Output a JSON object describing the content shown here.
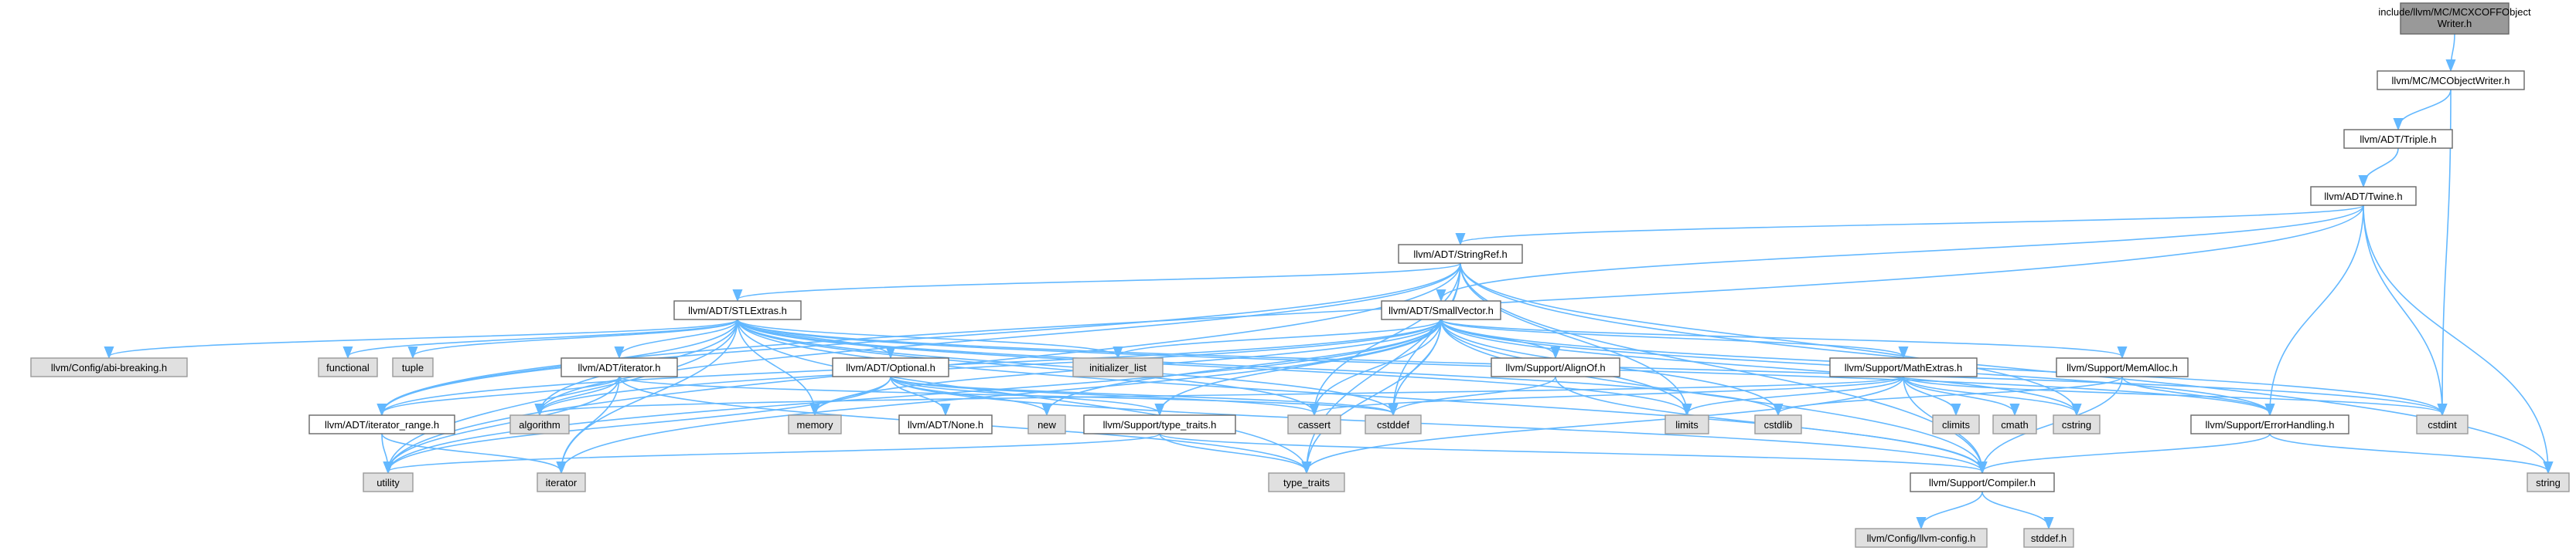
{
  "colors": {
    "root_fill": "#999999",
    "node_fill": "#ffffff",
    "external_fill": "#e0e0e0",
    "border": "#666666",
    "external_border": "#999999",
    "edge": "#63b8ff"
  },
  "nodes": [
    {
      "id": "root",
      "label": "include/llvm/MC/MCXCOFFObjectWriter.h",
      "kind": "root"
    },
    {
      "id": "mcow",
      "label": "llvm/MC/MCObjectWriter.h",
      "kind": "internal"
    },
    {
      "id": "triple",
      "label": "llvm/ADT/Triple.h",
      "kind": "internal"
    },
    {
      "id": "twine",
      "label": "llvm/ADT/Twine.h",
      "kind": "internal"
    },
    {
      "id": "stringref",
      "label": "llvm/ADT/StringRef.h",
      "kind": "internal"
    },
    {
      "id": "stlextras",
      "label": "llvm/ADT/STLExtras.h",
      "kind": "internal"
    },
    {
      "id": "smallvector",
      "label": "llvm/ADT/SmallVector.h",
      "kind": "internal"
    },
    {
      "id": "abibreaking",
      "label": "llvm/Config/abi-breaking.h",
      "kind": "external"
    },
    {
      "id": "functional",
      "label": "functional",
      "kind": "external"
    },
    {
      "id": "tuple",
      "label": "tuple",
      "kind": "external"
    },
    {
      "id": "iteratorh",
      "label": "llvm/ADT/iterator.h",
      "kind": "internal"
    },
    {
      "id": "optional",
      "label": "llvm/ADT/Optional.h",
      "kind": "internal"
    },
    {
      "id": "initlist",
      "label": "initializer_list",
      "kind": "external"
    },
    {
      "id": "alignof",
      "label": "llvm/Support/AlignOf.h",
      "kind": "internal"
    },
    {
      "id": "mathextras",
      "label": "llvm/Support/MathExtras.h",
      "kind": "internal"
    },
    {
      "id": "memalloc",
      "label": "llvm/Support/MemAlloc.h",
      "kind": "internal"
    },
    {
      "id": "iterrange",
      "label": "llvm/ADT/iterator_range.h",
      "kind": "internal"
    },
    {
      "id": "algorithm",
      "label": "algorithm",
      "kind": "external"
    },
    {
      "id": "memory",
      "label": "memory",
      "kind": "external"
    },
    {
      "id": "noneh",
      "label": "llvm/ADT/None.h",
      "kind": "internal"
    },
    {
      "id": "new",
      "label": "new",
      "kind": "external"
    },
    {
      "id": "typetraitsh",
      "label": "llvm/Support/type_traits.h",
      "kind": "internal"
    },
    {
      "id": "cassert",
      "label": "cassert",
      "kind": "external"
    },
    {
      "id": "cstddef",
      "label": "cstddef",
      "kind": "external"
    },
    {
      "id": "limits",
      "label": "limits",
      "kind": "external"
    },
    {
      "id": "cstdlib",
      "label": "cstdlib",
      "kind": "external"
    },
    {
      "id": "climits",
      "label": "climits",
      "kind": "external"
    },
    {
      "id": "cmath",
      "label": "cmath",
      "kind": "external"
    },
    {
      "id": "cstring",
      "label": "cstring",
      "kind": "external"
    },
    {
      "id": "errorhandling",
      "label": "llvm/Support/ErrorHandling.h",
      "kind": "internal"
    },
    {
      "id": "cstdint",
      "label": "cstdint",
      "kind": "external"
    },
    {
      "id": "utility",
      "label": "utility",
      "kind": "external"
    },
    {
      "id": "iterator",
      "label": "iterator",
      "kind": "external"
    },
    {
      "id": "type_traits",
      "label": "type_traits",
      "kind": "external"
    },
    {
      "id": "compiler",
      "label": "llvm/Support/Compiler.h",
      "kind": "internal"
    },
    {
      "id": "string",
      "label": "string",
      "kind": "external"
    },
    {
      "id": "llvmconfig",
      "label": "llvm/Config/llvm-config.h",
      "kind": "external"
    },
    {
      "id": "stddef",
      "label": "stddef.h",
      "kind": "external"
    }
  ],
  "edges": [
    [
      "root",
      "mcow"
    ],
    [
      "mcow",
      "triple"
    ],
    [
      "mcow",
      "cstdint"
    ],
    [
      "triple",
      "twine"
    ],
    [
      "twine",
      "stringref"
    ],
    [
      "twine",
      "smallvector"
    ],
    [
      "twine",
      "errorhandling"
    ],
    [
      "twine",
      "cstdint"
    ],
    [
      "twine",
      "string"
    ],
    [
      "twine",
      "iterrange"
    ],
    [
      "stringref",
      "stlextras"
    ],
    [
      "stringref",
      "iterrange"
    ],
    [
      "stringref",
      "compiler"
    ],
    [
      "stringref",
      "algorithm"
    ],
    [
      "stringref",
      "cassert"
    ],
    [
      "stringref",
      "cstddef"
    ],
    [
      "stringref",
      "cstring"
    ],
    [
      "stringref",
      "limits"
    ],
    [
      "stringref",
      "string"
    ],
    [
      "stringref",
      "type_traits"
    ],
    [
      "stringref",
      "utility"
    ],
    [
      "stlextras",
      "abibreaking"
    ],
    [
      "stlextras",
      "functional"
    ],
    [
      "stlextras",
      "tuple"
    ],
    [
      "stlextras",
      "iteratorh"
    ],
    [
      "stlextras",
      "optional"
    ],
    [
      "stlextras",
      "initlist"
    ],
    [
      "stlextras",
      "iterrange"
    ],
    [
      "stlextras",
      "algorithm"
    ],
    [
      "stlextras",
      "memory"
    ],
    [
      "stlextras",
      "utility"
    ],
    [
      "stlextras",
      "iterator"
    ],
    [
      "stlextras",
      "type_traits"
    ],
    [
      "stlextras",
      "cassert"
    ],
    [
      "stlextras",
      "cstddef"
    ],
    [
      "stlextras",
      "cstdint"
    ],
    [
      "stlextras",
      "cstdlib"
    ],
    [
      "stlextras",
      "limits"
    ],
    [
      "stlextras",
      "compiler"
    ],
    [
      "stlextras",
      "errorhandling"
    ],
    [
      "smallvector",
      "alignof"
    ],
    [
      "smallvector",
      "mathextras"
    ],
    [
      "smallvector",
      "memalloc"
    ],
    [
      "smallvector",
      "type_traits"
    ],
    [
      "smallvector",
      "initlist"
    ],
    [
      "smallvector",
      "iterrange"
    ],
    [
      "smallvector",
      "algorithm"
    ],
    [
      "smallvector",
      "memory"
    ],
    [
      "smallvector",
      "new"
    ],
    [
      "smallvector",
      "cassert"
    ],
    [
      "smallvector",
      "cstddef"
    ],
    [
      "smallvector",
      "limits"
    ],
    [
      "smallvector",
      "cstdlib"
    ],
    [
      "smallvector",
      "cstring"
    ],
    [
      "smallvector",
      "utility"
    ],
    [
      "smallvector",
      "iterator"
    ],
    [
      "smallvector",
      "typetraitsh"
    ],
    [
      "smallvector",
      "compiler"
    ],
    [
      "smallvector",
      "errorhandling"
    ],
    [
      "smallvector",
      "cstdint"
    ],
    [
      "iteratorh",
      "iterrange"
    ],
    [
      "iteratorh",
      "algorithm"
    ],
    [
      "iteratorh",
      "cstddef"
    ],
    [
      "iteratorh",
      "iterator"
    ],
    [
      "iteratorh",
      "type_traits"
    ],
    [
      "iteratorh",
      "utility"
    ],
    [
      "optional",
      "noneh"
    ],
    [
      "optional",
      "typetraitsh"
    ],
    [
      "optional",
      "compiler"
    ],
    [
      "optional",
      "memory"
    ],
    [
      "optional",
      "new"
    ],
    [
      "optional",
      "cassert"
    ],
    [
      "optional",
      "utility"
    ],
    [
      "optional",
      "cstddef"
    ],
    [
      "alignof",
      "compiler"
    ],
    [
      "alignof",
      "cstddef"
    ],
    [
      "mathextras",
      "compiler"
    ],
    [
      "mathextras",
      "algorithm"
    ],
    [
      "mathextras",
      "cassert"
    ],
    [
      "mathextras",
      "climits"
    ],
    [
      "mathextras",
      "cmath"
    ],
    [
      "mathextras",
      "cstdint"
    ],
    [
      "mathextras",
      "cstring"
    ],
    [
      "mathextras",
      "limits"
    ],
    [
      "mathextras",
      "type_traits"
    ],
    [
      "memalloc",
      "compiler"
    ],
    [
      "memalloc",
      "errorhandling"
    ],
    [
      "memalloc",
      "cstdlib"
    ],
    [
      "iterrange",
      "iterator"
    ],
    [
      "iterrange",
      "utility"
    ],
    [
      "typetraitsh",
      "compiler"
    ],
    [
      "typetraitsh",
      "type_traits"
    ],
    [
      "typetraitsh",
      "utility"
    ],
    [
      "errorhandling",
      "compiler"
    ],
    [
      "errorhandling",
      "string"
    ],
    [
      "compiler",
      "llvmconfig"
    ],
    [
      "compiler",
      "stddef"
    ]
  ]
}
